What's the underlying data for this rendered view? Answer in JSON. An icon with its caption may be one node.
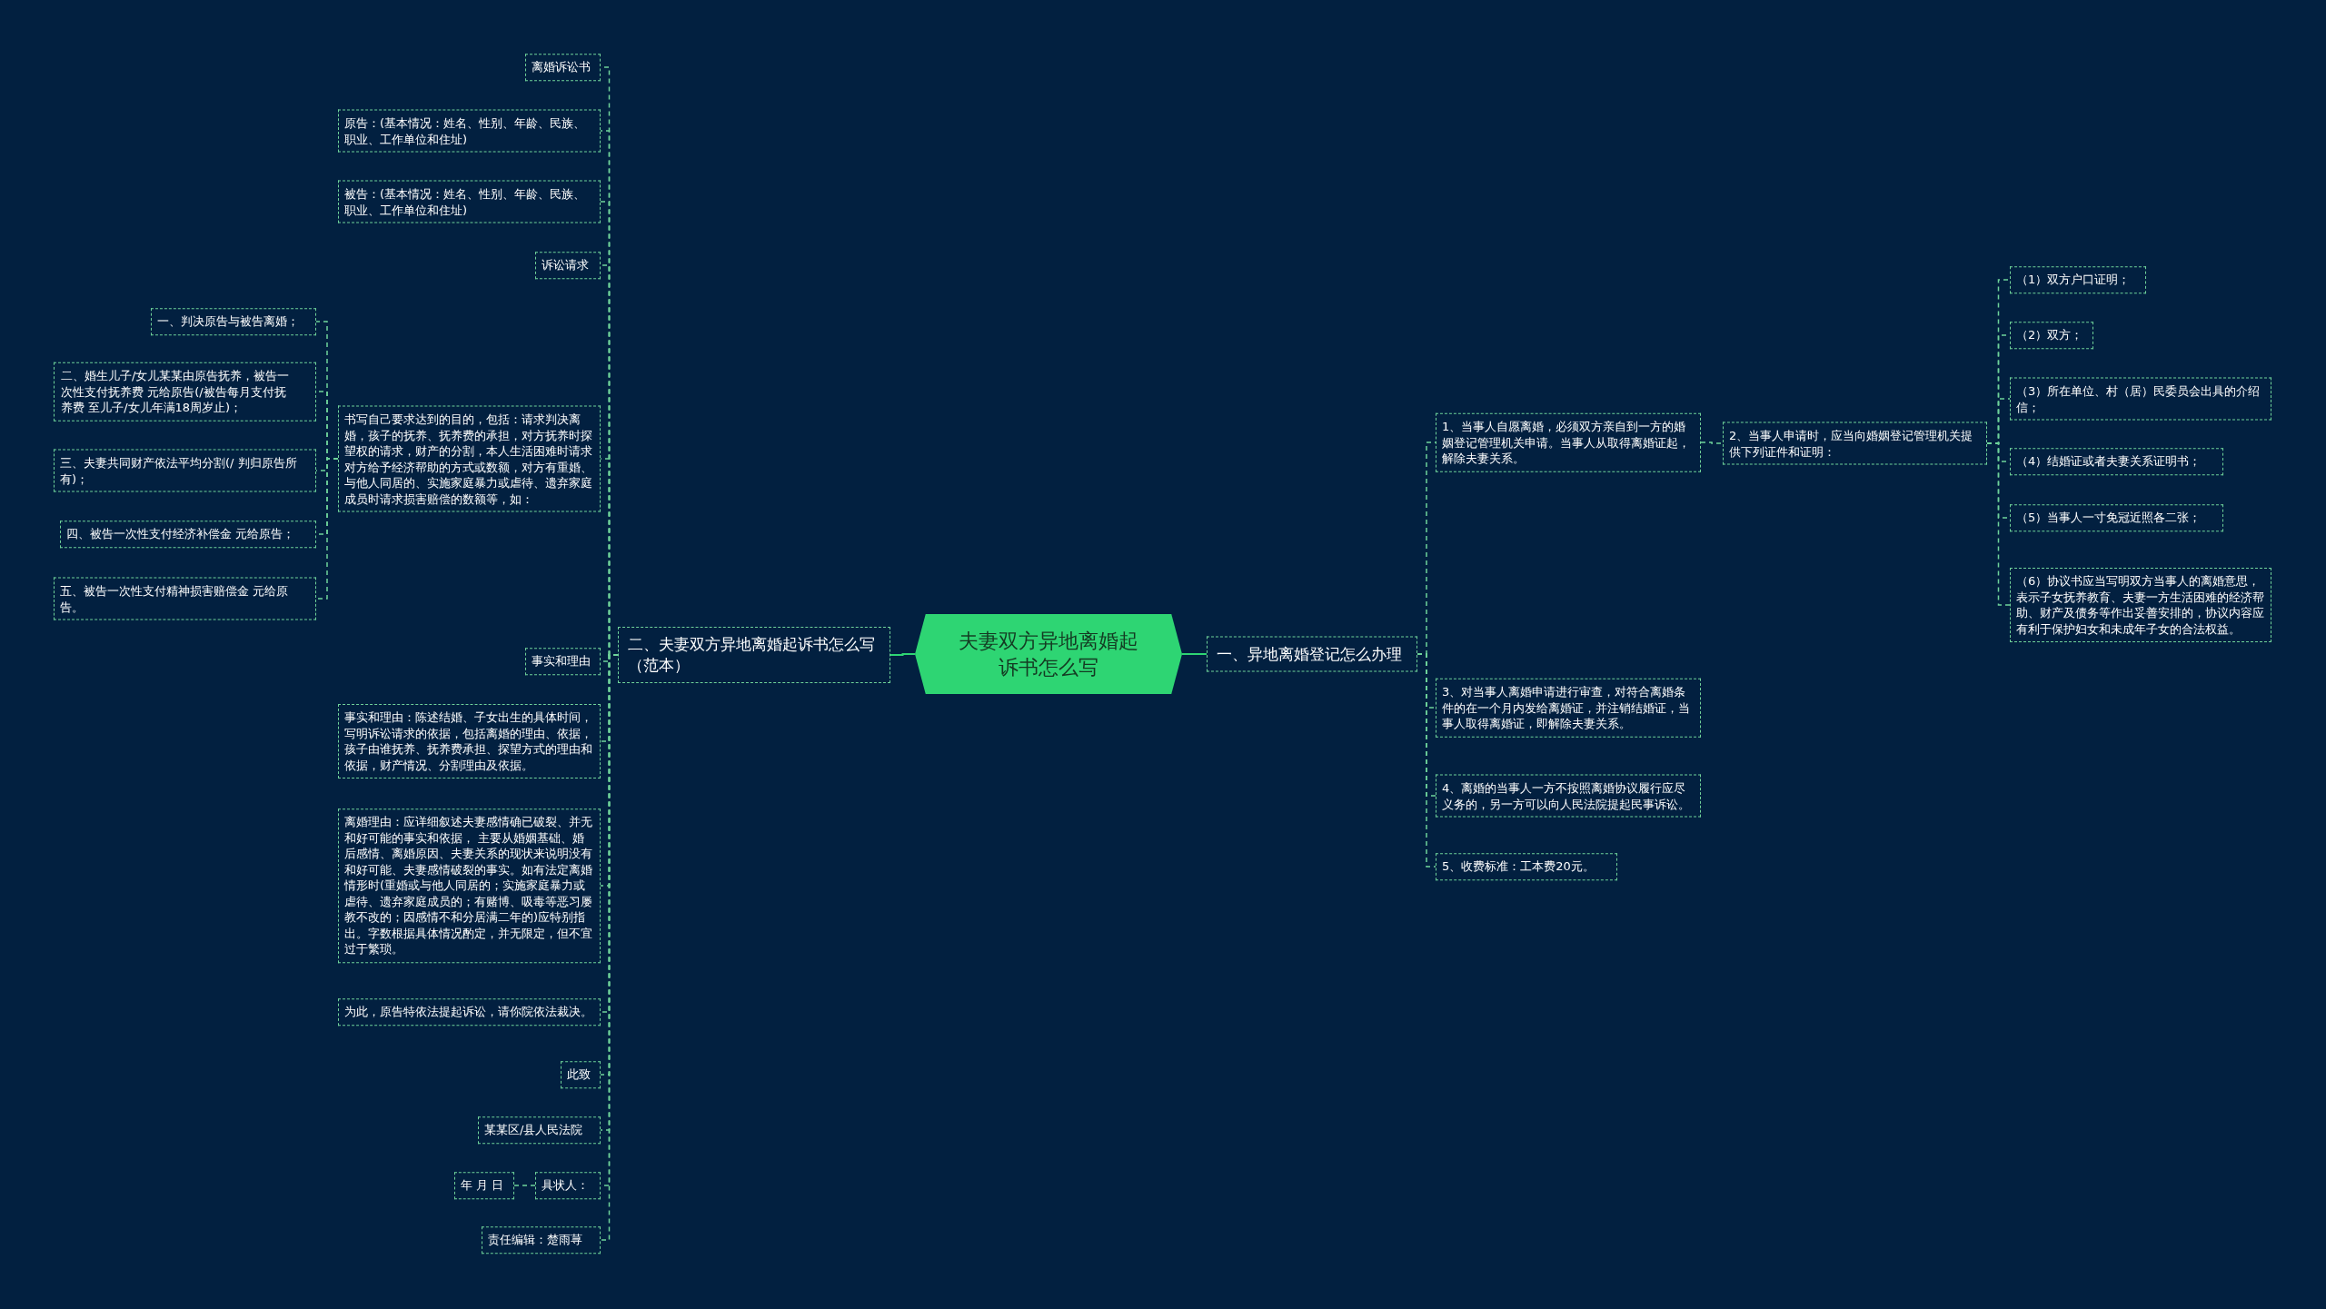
{
  "diagram": {
    "nodes": [
      {
        "text": [
          "夫妻双方异地离婚起诉书怎么写"
        ]
      },
      {
        "text": [
          "一、异地离婚登记怎么办理"
        ]
      },
      {
        "text": [
          "1、当事人自愿离婚，必须双方亲自到一方的婚姻登记管理机关申请。当事人从取得离婚证起，解除夫妻关系。"
        ]
      },
      {
        "text": [
          "2、当事人申请时，应当向婚姻登记管理机关提供下列证件和证明："
        ]
      },
      {
        "text": [
          "（1）双方户口证明；"
        ]
      },
      {
        "text": [
          "（2）双方；"
        ]
      },
      {
        "text": [
          "（3）所在单位、村（居）民委员会出具的介绍信；"
        ]
      },
      {
        "text": [
          "（4）结婚证或者夫妻关系证明书；"
        ]
      },
      {
        "text": [
          "（5）当事人一寸免冠近照各二张；"
        ]
      },
      {
        "text": [
          "（6）协议书应当写明双方当事人的离婚意思，表示子女抚养教育、夫妻一方生活困难的经济帮助、财产及债务等作出妥善安排的，协议内容应有利于保护妇女和未成年子女的合法权益。"
        ]
      },
      {
        "text": [
          "3、对当事人离婚申请进行审查，对符合离婚条件的在一个月内发给离婚证，并注销结婚证，当事人取得离婚证，即解除夫妻关系。"
        ]
      },
      {
        "text": [
          "4、离婚的当事人一方不按照离婚协议履行应尽义务的，另一方可以向人民法院提起民事诉讼。"
        ]
      },
      {
        "text": [
          "5、收费标准：工本费20元。"
        ]
      },
      {
        "text": [
          "二、夫妻双方异地离婚起诉书怎么写（范本）"
        ]
      },
      {
        "text": [
          "离婚诉讼书"
        ]
      },
      {
        "text": [
          "原告：(基本情况：姓名、性别、年龄、民族、职业、工作单位和住址)"
        ]
      },
      {
        "text": [
          "被告：(基本情况：姓名、性别、年龄、民族、职业、工作单位和住址)"
        ]
      },
      {
        "text": [
          "诉讼请求"
        ]
      },
      {
        "text": [
          "书写自己要求达到的目的，包括：请求判决离婚，孩子的抚养、抚养费的承担，对方抚养时探望权的请求，财产的分割，本人生活困难时请求对方给予经济帮助的方式或数额，对方有重婚、与他人同居的、实施家庭暴力或虐待、遗弃家庭成员时请求损害赔偿的数额等，如："
        ]
      },
      {
        "text": [
          "一、判决原告与被告离婚；"
        ]
      },
      {
        "text": [
          "二、婚生儿子/女儿某某由原告抚养，被告一次性支付抚养费 元给原告(/被告每月支付抚养费 至儿子/女儿年满18周岁止)；"
        ]
      },
      {
        "text": [
          "三、夫妻共同财产依法平均分割(/ 判归原告所有)；"
        ]
      },
      {
        "text": [
          "四、被告一次性支付经济补偿金 元给原告；"
        ]
      },
      {
        "text": [
          "五、被告一次性支付精神损害赔偿金 元给原告。"
        ]
      },
      {
        "text": [
          "事实和理由"
        ]
      },
      {
        "text": [
          "事实和理由：陈述结婚、子女出生的具体时间，写明诉讼请求的依据，包括离婚的理由、依据，孩子由谁抚养、抚养费承担、探望方式的理由和依据，财产情况、分割理由及依据。"
        ]
      },
      {
        "text": [
          "离婚理由：应详细叙述夫妻感情确已破裂、并无和好可能的事实和依据， 主要从婚姻基础、婚后感情、离婚原因、夫妻关系的现状来说明没有和好可能、夫妻感情破裂的事实。如有法定离婚情形时(重婚或与他人同居的；实施家庭暴力或虐待、遗弃家庭成员的；有赌博、吸毒等恶习屡教不改的；因感情不和分居满二年的)应特别指出。字数根据具体情况酌定，并无限定，但不宜过于繁琐。"
        ]
      },
      {
        "text": [
          "为此，原告特依法提起诉讼，请你院依法裁决。"
        ]
      },
      {
        "text": [
          "此致"
        ]
      },
      {
        "text": [
          "某某区/县人民法院"
        ]
      },
      {
        "text": [
          "具状人："
        ]
      },
      {
        "text": [
          "年 月 日"
        ]
      },
      {
        "text": [
          "责任编辑：楚雨荨"
        ]
      }
    ],
    "edges": [
      {
        "from": 0,
        "to": 1,
        "arrow": "none",
        "color": "#2ed573"
      },
      {
        "from": 1,
        "to": 2,
        "arrow": "none",
        "style": "dashed"
      },
      {
        "from": 2,
        "to": 3,
        "arrow": "none",
        "style": "dashed"
      },
      {
        "from": 3,
        "to": 4,
        "arrow": "none",
        "style": "dashed"
      },
      {
        "from": 3,
        "to": 5,
        "arrow": "none",
        "style": "dashed"
      },
      {
        "from": 3,
        "to": 6,
        "arrow": "none",
        "style": "dashed"
      },
      {
        "from": 3,
        "to": 7,
        "arrow": "none",
        "style": "dashed"
      },
      {
        "from": 3,
        "to": 8,
        "arrow": "none",
        "style": "dashed"
      },
      {
        "from": 3,
        "to": 9,
        "arrow": "none",
        "style": "dashed"
      },
      {
        "from": 1,
        "to": 10,
        "arrow": "none",
        "style": "dashed"
      },
      {
        "from": 1,
        "to": 11,
        "arrow": "none",
        "style": "dashed"
      },
      {
        "from": 1,
        "to": 12,
        "arrow": "none",
        "style": "dashed"
      },
      {
        "from": 0,
        "to": 13,
        "arrow": "none",
        "color": "#2ed573"
      },
      {
        "from": 13,
        "to": 14,
        "arrow": "none",
        "style": "dashed"
      },
      {
        "from": 13,
        "to": 15,
        "arrow": "none",
        "style": "dashed"
      },
      {
        "from": 13,
        "to": 16,
        "arrow": "none",
        "style": "dashed"
      },
      {
        "from": 13,
        "to": 17,
        "arrow": "none",
        "style": "dashed"
      },
      {
        "from": 13,
        "to": 18,
        "arrow": "none",
        "style": "dashed"
      },
      {
        "from": 18,
        "to": 19,
        "arrow": "none",
        "style": "dashed"
      },
      {
        "from": 18,
        "to": 20,
        "arrow": "none",
        "style": "dashed"
      },
      {
        "from": 18,
        "to": 21,
        "arrow": "none",
        "style": "dashed"
      },
      {
        "from": 18,
        "to": 22,
        "arrow": "none",
        "style": "dashed"
      },
      {
        "from": 18,
        "to": 23,
        "arrow": "none",
        "style": "dashed"
      },
      {
        "from": 13,
        "to": 24,
        "arrow": "none",
        "style": "dashed"
      },
      {
        "from": 13,
        "to": 25,
        "arrow": "none",
        "style": "dashed"
      },
      {
        "from": 13,
        "to": 26,
        "arrow": "none",
        "style": "dashed"
      },
      {
        "from": 13,
        "to": 27,
        "arrow": "none",
        "style": "dashed"
      },
      {
        "from": 13,
        "to": 28,
        "arrow": "none",
        "style": "dashed"
      },
      {
        "from": 13,
        "to": 29,
        "arrow": "none",
        "style": "dashed"
      },
      {
        "from": 13,
        "to": 30,
        "arrow": "none",
        "style": "dashed"
      },
      {
        "from": 30,
        "to": 31,
        "arrow": "none",
        "style": "dashed"
      },
      {
        "from": 13,
        "to": 32,
        "arrow": "none",
        "style": "dashed"
      }
    ]
  }
}
